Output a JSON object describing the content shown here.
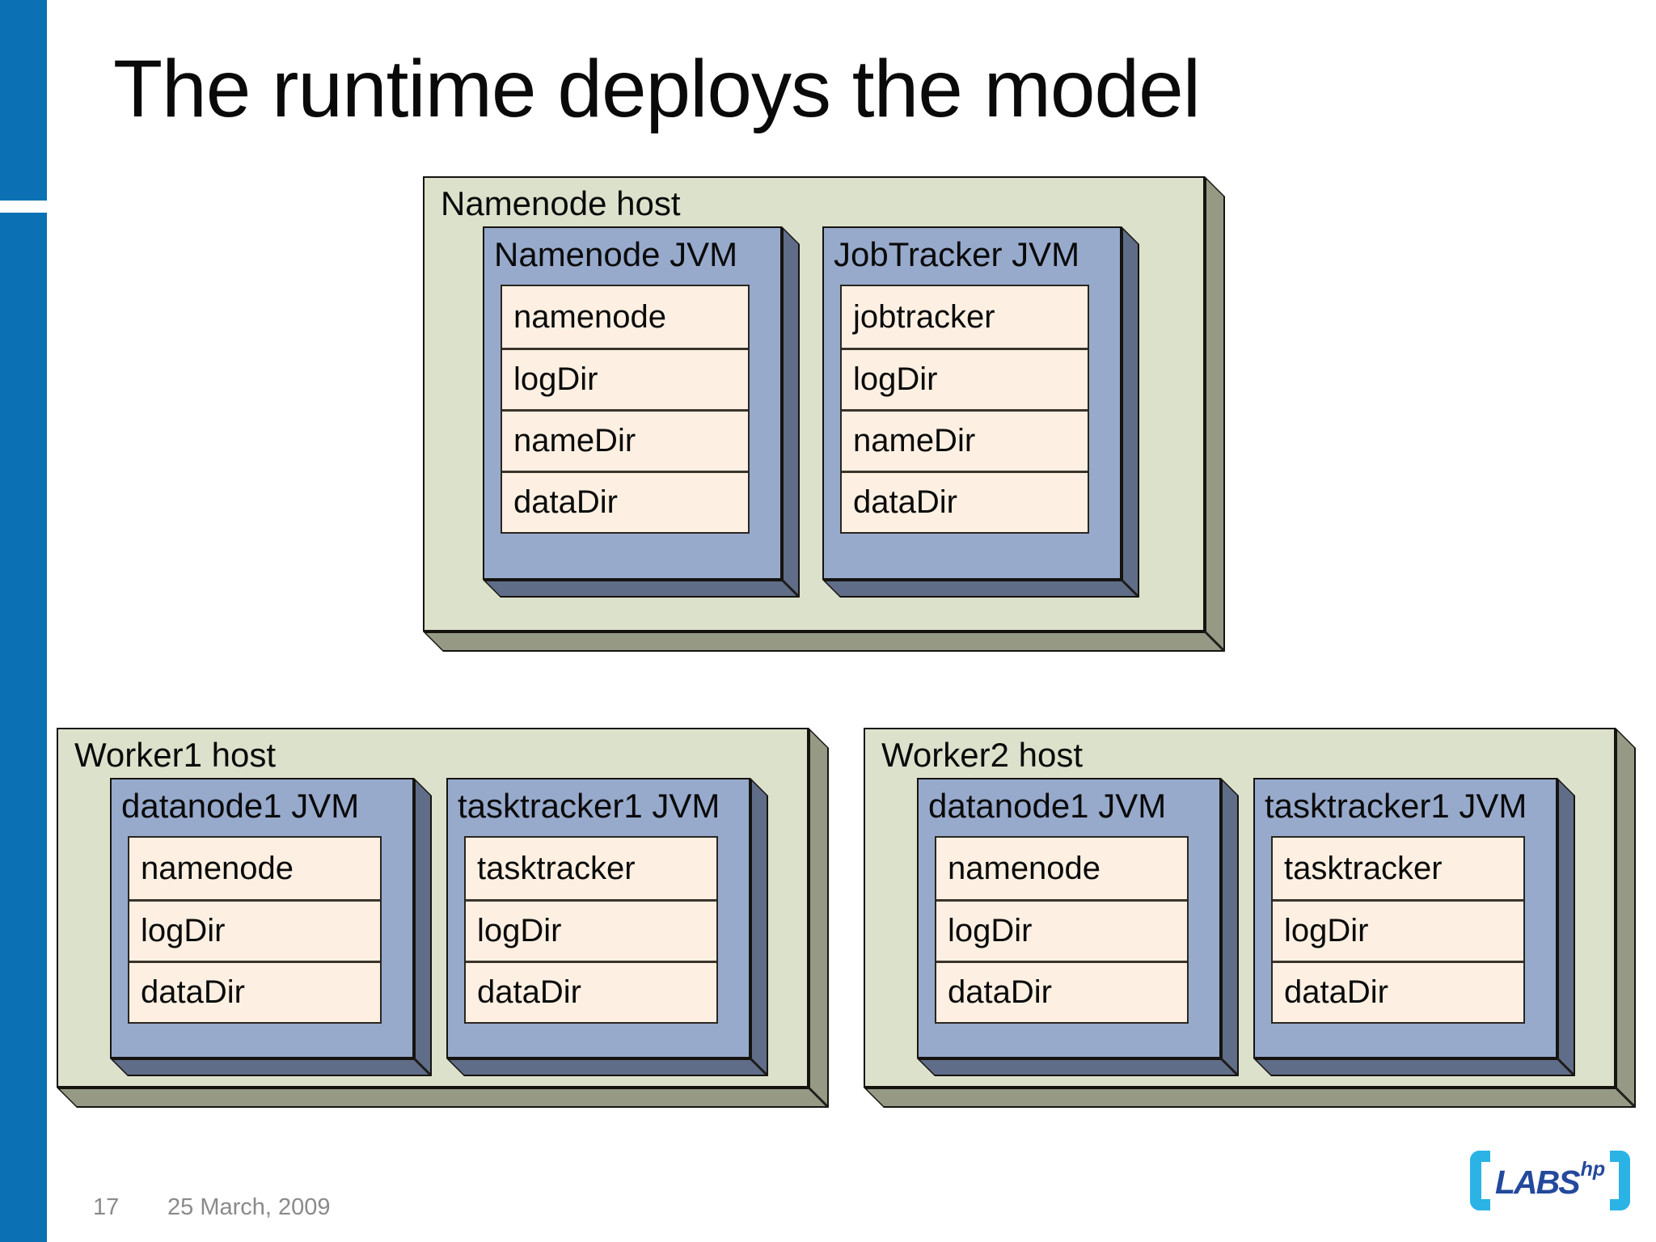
{
  "slide": {
    "title": "The runtime deploys the model",
    "page_number": "17",
    "date": "25 March, 2009"
  },
  "logo": {
    "brand": "LABS",
    "sup": "hp"
  },
  "colors": {
    "host-fill": "#dce1cb",
    "host-side": "#969a85",
    "jvm-fill": "#97aacc",
    "jvm-side": "#5f6d88",
    "row-fill": "#fdf0e2",
    "sidebar-blue": "#0b71b4",
    "logo-cyan": "#2bb3e6",
    "logo-navy": "#24499c",
    "footer-gray": "#8a8a8a"
  },
  "hosts": [
    {
      "label": "Namenode host",
      "jvms": [
        {
          "label": "Namenode JVM",
          "rows": [
            "namenode",
            "logDir",
            "nameDir",
            "dataDir"
          ]
        },
        {
          "label": "JobTracker JVM",
          "rows": [
            "jobtracker",
            "logDir",
            "nameDir",
            "dataDir"
          ]
        }
      ]
    },
    {
      "label": "Worker1 host",
      "jvms": [
        {
          "label": "datanode1 JVM",
          "rows": [
            "namenode",
            "logDir",
            "dataDir"
          ]
        },
        {
          "label": "tasktracker1 JVM",
          "rows": [
            "tasktracker",
            "logDir",
            "dataDir"
          ]
        }
      ]
    },
    {
      "label": "Worker2 host",
      "jvms": [
        {
          "label": "datanode1 JVM",
          "rows": [
            "namenode",
            "logDir",
            "dataDir"
          ]
        },
        {
          "label": "tasktracker1 JVM",
          "rows": [
            "tasktracker",
            "logDir",
            "dataDir"
          ]
        }
      ]
    }
  ]
}
